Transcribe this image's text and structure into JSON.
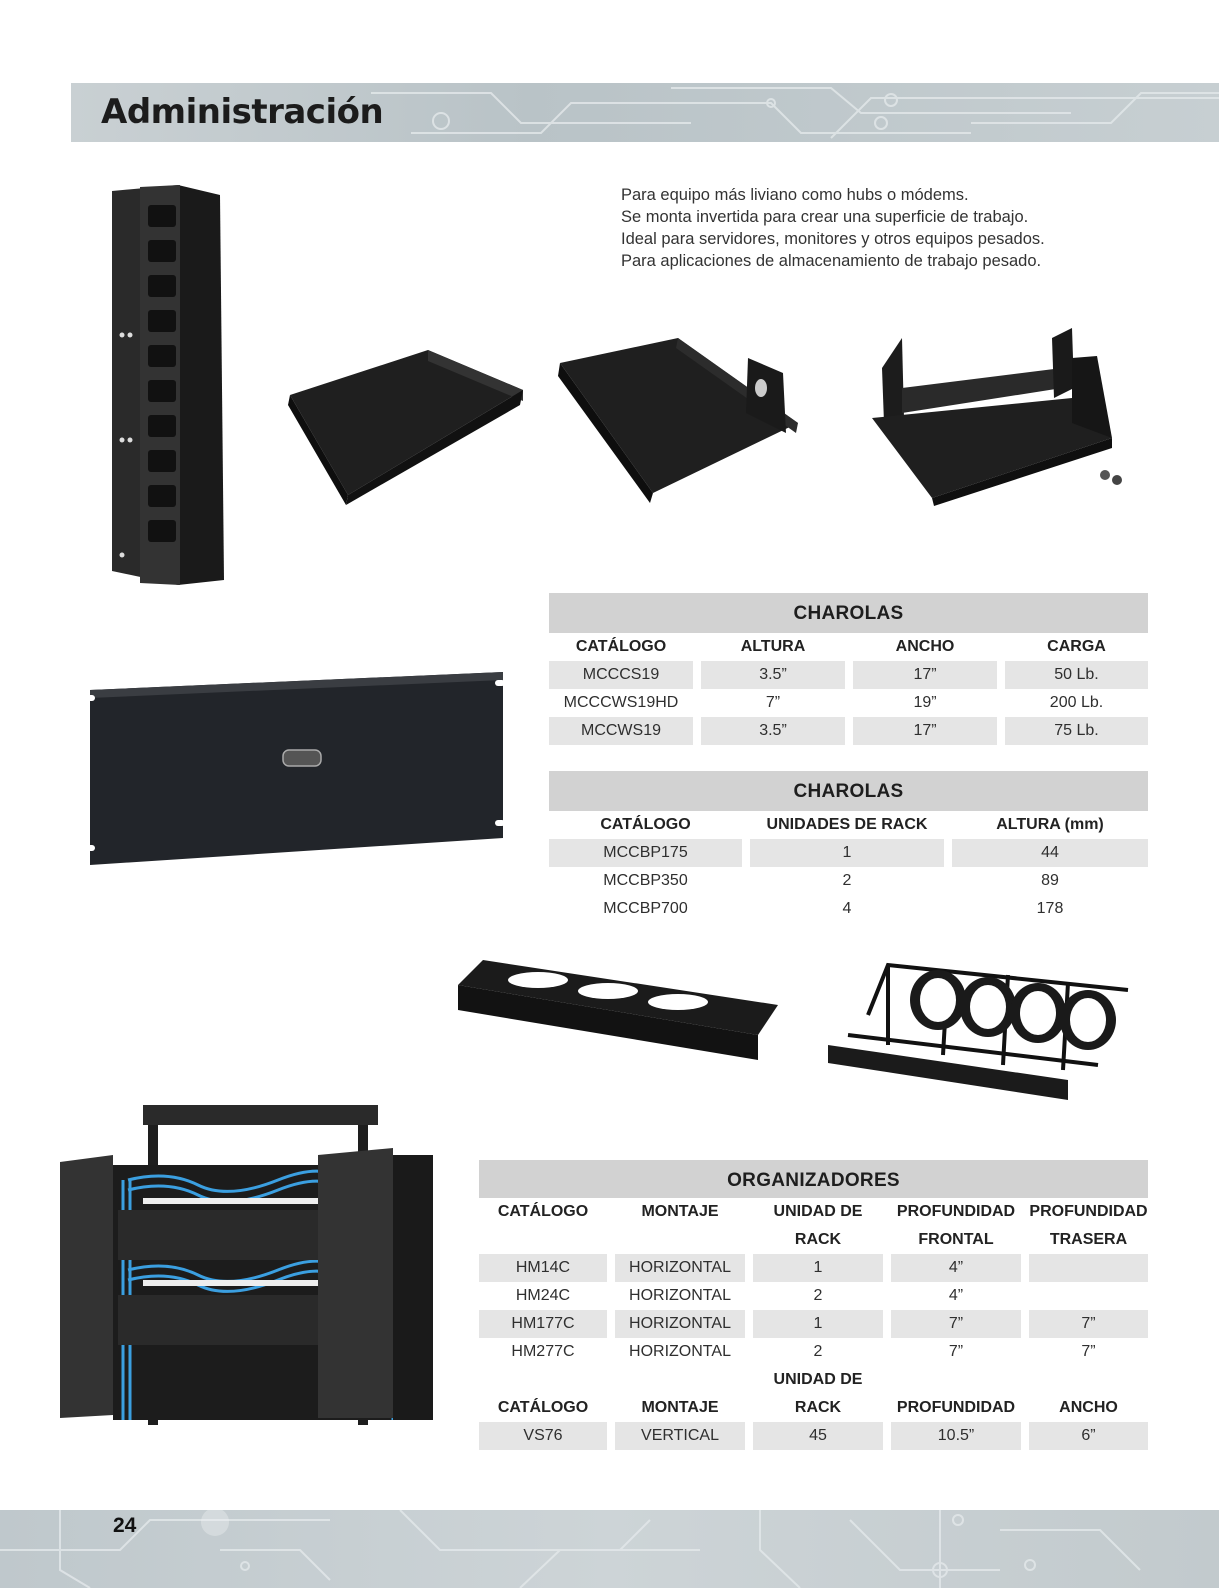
{
  "header": {
    "title": "Administración"
  },
  "intro": {
    "lines": [
      "Para equipo más liviano como hubs o módems.",
      "Se monta invertida para crear una superficie de trabajo.",
      "Ideal para servidores, monitores y otros equipos pesados.",
      "Para aplicaciones de almacenamiento de trabajo pesado."
    ]
  },
  "table_charolas_1": {
    "title": "CHAROLAS",
    "headers": [
      "CATÁLOGO",
      "ALTURA",
      "ANCHO",
      "CARGA"
    ],
    "rows": [
      [
        "MCCCS19",
        "3.5”",
        "17”",
        "50 Lb."
      ],
      [
        "MCCCWS19HD",
        "7”",
        "19”",
        "200 Lb."
      ],
      [
        "MCCWS19",
        "3.5”",
        "17”",
        "75 Lb."
      ]
    ]
  },
  "table_charolas_2": {
    "title": "CHAROLAS",
    "headers": [
      "CATÁLOGO",
      "UNIDADES DE RACK",
      "ALTURA (mm)"
    ],
    "rows": [
      [
        "MCCBP175",
        "1",
        "44"
      ],
      [
        "MCCBP350",
        "2",
        "89"
      ],
      [
        "MCCBP700",
        "4",
        "178"
      ]
    ]
  },
  "table_organizadores": {
    "title": "ORGANIZADORES",
    "headers_line1": [
      "CATÁLOGO",
      "MONTAJE",
      "UNIDAD DE",
      "PROFUNDIDAD",
      "PROFUNDIDAD"
    ],
    "headers_line2": [
      "",
      "",
      "RACK",
      "FRONTAL",
      "TRASERA"
    ],
    "rows": [
      [
        "HM14C",
        "HORIZONTAL",
        "1",
        "4”",
        ""
      ],
      [
        "HM24C",
        "HORIZONTAL",
        "2",
        "4”",
        ""
      ],
      [
        "HM177C",
        "HORIZONTAL",
        "1",
        "7”",
        "7”"
      ],
      [
        "HM277C",
        "HORIZONTAL",
        "2",
        "7”",
        "7”"
      ]
    ],
    "vertical_headers_line1": [
      "",
      "",
      "UNIDAD DE",
      "",
      ""
    ],
    "vertical_headers_line2": [
      "CATÁLOGO",
      "MONTAJE",
      "RACK",
      "PROFUNDIDAD",
      "ANCHO"
    ],
    "vertical_rows": [
      [
        "VS76",
        "VERTICAL",
        "45",
        "10.5”",
        "6”"
      ]
    ]
  },
  "footer": {
    "page_number": "24"
  }
}
